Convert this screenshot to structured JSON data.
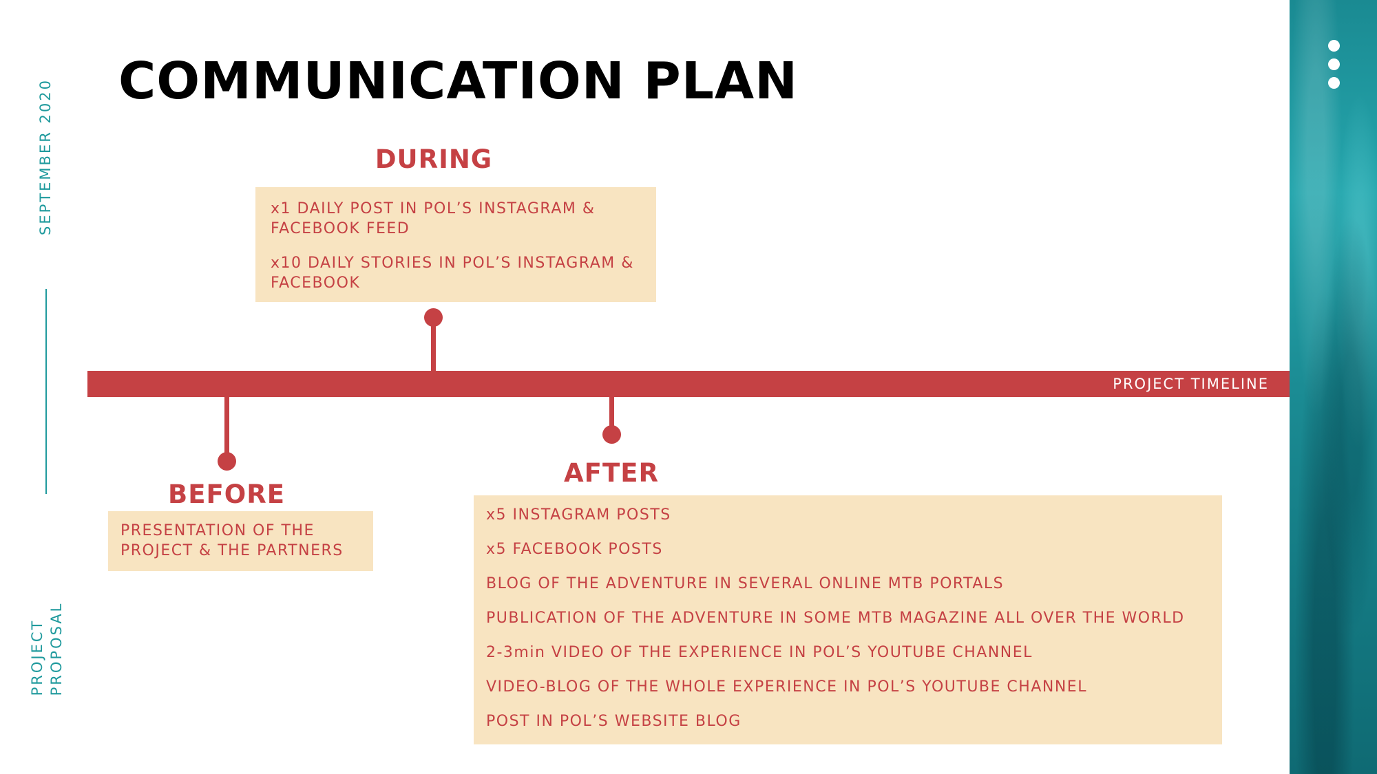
{
  "sidebar": {
    "date": "SEPTEMBER  2020",
    "project_line1": "PROJECT",
    "project_line2": "PROPOSAL"
  },
  "title": "COMMUNICATION PLAN",
  "timeline_label": "PROJECT TIMELINE",
  "during": {
    "heading": "DURING",
    "items": [
      "x1 DAILY POST IN POL’S INSTAGRAM & FACEBOOK FEED",
      "x10 DAILY STORIES IN POL’S INSTAGRAM & FACEBOOK"
    ]
  },
  "before": {
    "heading": "BEFORE",
    "items": [
      "PRESENTATION OF THE PROJECT & THE PARTNERS"
    ]
  },
  "after": {
    "heading": "AFTER",
    "items": [
      "x5 INSTAGRAM POSTS",
      "x5 FACEBOOK POSTS",
      "BLOG OF THE ADVENTURE IN SEVERAL ONLINE MTB PORTALS",
      "PUBLICATION OF THE ADVENTURE IN SOME MTB MAGAZINE ALL OVER THE WORLD",
      "2-3min VIDEO OF THE EXPERIENCE IN POL’S YOUTUBE CHANNEL",
      "VIDEO-BLOG OF THE WHOLE EXPERIENCE IN POL’S YOUTUBE CHANNEL",
      "POST IN POL’S WEBSITE BLOG"
    ]
  },
  "colors": {
    "accent": "#c54144",
    "box": "#f8e4c1",
    "teal": "#1f9a9d"
  },
  "icons": [
    "more-vertical-icon"
  ]
}
